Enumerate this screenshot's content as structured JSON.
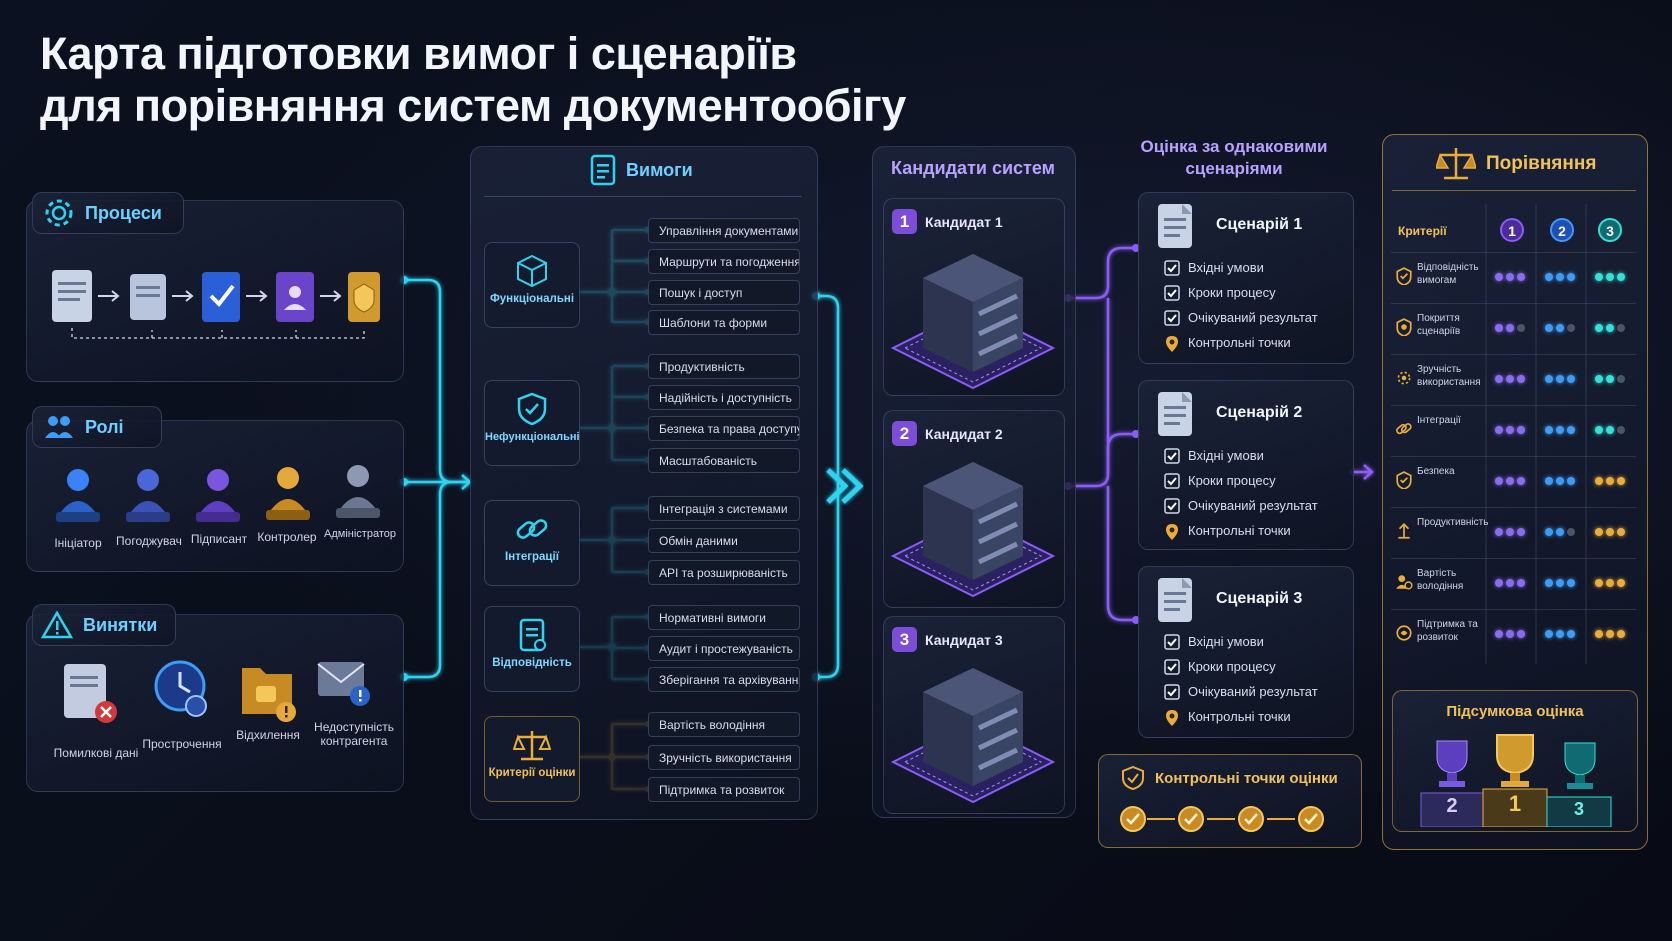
{
  "title": {
    "line1": "Карта підготовки вимог і сценаріїв",
    "line2": "для порівняння систем документообігу"
  },
  "processes": {
    "title": "Процеси"
  },
  "roles": {
    "title": "Ролі",
    "items": [
      "Ініціатор",
      "Погоджувач",
      "Підписант",
      "Контролер",
      "Адміністратор"
    ]
  },
  "exceptions": {
    "title": "Винятки",
    "items": [
      "Помилкові дані",
      "Прострочення",
      "Відхилення",
      "Недоступність контрагента"
    ]
  },
  "requirements": {
    "title": "Вимоги",
    "groups": [
      {
        "name": "Функціональні",
        "items": [
          "Управління документами",
          "Маршрути та погодження",
          "Пошук і доступ",
          "Шаблони та форми"
        ]
      },
      {
        "name": "Нефункціональні",
        "items": [
          "Продуктивність",
          "Надійність і доступність",
          "Безпека та права доступу",
          "Масштабованість"
        ]
      },
      {
        "name": "Інтеграції",
        "items": [
          "Інтеграція з системами",
          "Обмін даними",
          "API та розширюваність"
        ]
      },
      {
        "name": "Відповідність",
        "items": [
          "Нормативні вимоги",
          "Аудит і простежуваність",
          "Зберігання та архівування"
        ]
      },
      {
        "name": "Критерії оцінки",
        "items": [
          "Вартість володіння",
          "Зручність використання",
          "Підтримка та розвиток"
        ]
      }
    ]
  },
  "candidates": {
    "title": "Кандидати систем",
    "items": [
      {
        "num": "1",
        "name": "Кандидат 1"
      },
      {
        "num": "2",
        "name": "Кандидат 2"
      },
      {
        "num": "3",
        "name": "Кандидат 3"
      }
    ]
  },
  "scenarios": {
    "title": "Оцінка за однаковими сценаріями",
    "items": [
      {
        "name": "Сценарій 1",
        "checks": [
          "Вхідні умови",
          "Кроки процесу",
          "Очікуваний результат",
          "Контрольні точки"
        ]
      },
      {
        "name": "Сценарій 2",
        "checks": [
          "Вхідні умови",
          "Кроки процесу",
          "Очікуваний результат",
          "Контрольні точки"
        ]
      },
      {
        "name": "Сценарій 3",
        "checks": [
          "Вхідні умови",
          "Кроки процесу",
          "Очікуваний результат",
          "Контрольні точки"
        ]
      }
    ],
    "checkpoints_title": "Контрольні точки оцінки"
  },
  "comparison": {
    "title": "Порівняння",
    "criteria_header": "Критерії",
    "columns": [
      "1",
      "2",
      "3"
    ],
    "rows": [
      {
        "name": "Відповідність вимогам",
        "scores": [
          3,
          3,
          3
        ]
      },
      {
        "name": "Покриття сценаріїв",
        "scores": [
          2,
          2,
          2
        ]
      },
      {
        "name": "Зручність використання",
        "scores": [
          3,
          3,
          2
        ]
      },
      {
        "name": "Інтеграції",
        "scores": [
          3,
          3,
          2
        ]
      },
      {
        "name": "Безпека",
        "scores": [
          3,
          3,
          3
        ]
      },
      {
        "name": "Продуктивність",
        "scores": [
          3,
          2,
          3
        ]
      },
      {
        "name": "Вартість володіння",
        "scores": [
          3,
          3,
          3
        ]
      },
      {
        "name": "Підтримка та розвиток",
        "scores": [
          3,
          3,
          3
        ]
      }
    ],
    "summary_title": "Підсумкова оцінка",
    "podium": [
      "2",
      "1",
      "3"
    ]
  },
  "colors": {
    "accent_cyan": "#2fd3f0",
    "accent_purple": "#8b5cf6",
    "accent_gold": "#e8ad3a",
    "blue": "#3b82f6"
  }
}
